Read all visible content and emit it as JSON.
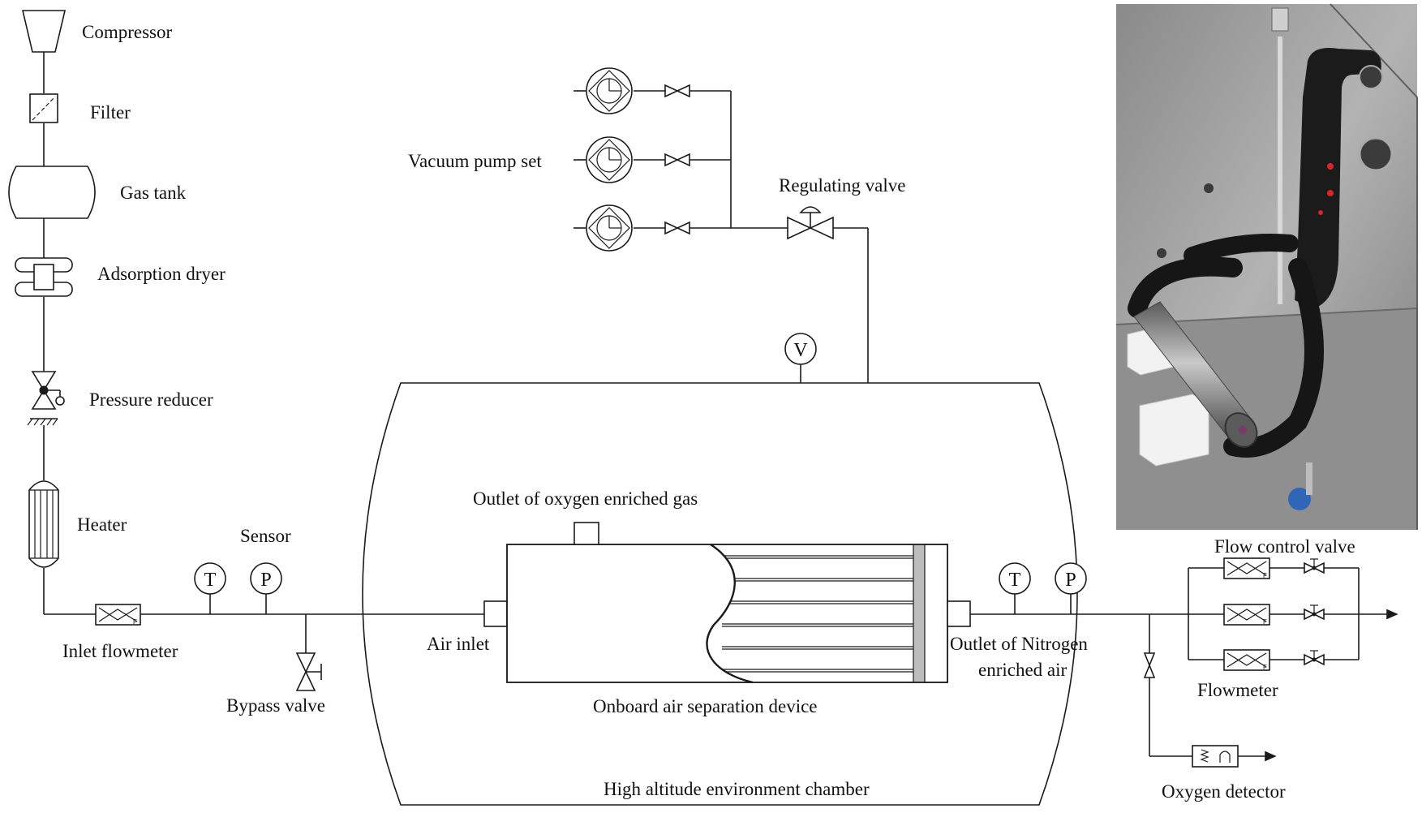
{
  "labels": {
    "compressor": "Compressor",
    "filter": "Filter",
    "gas_tank": "Gas tank",
    "adsorption_dryer": "Adsorption dryer",
    "pressure_reducer": "Pressure reducer",
    "heater": "Heater",
    "sensor": "Sensor",
    "inlet_flowmeter": "Inlet flowmeter",
    "bypass_valve": "Bypass valve",
    "air_inlet": "Air inlet",
    "outlet_oxygen": "Outlet of oxygen enriched gas",
    "onboard_device": "Onboard air separation device",
    "outlet_nitrogen_1": "Outlet of Nitrogen",
    "outlet_nitrogen_2": "enriched air",
    "high_altitude_chamber": "High altitude environment chamber",
    "vacuum_pump_set": "Vacuum pump set",
    "regulating_valve": "Regulating valve",
    "flow_control_valve": "Flow control valve",
    "flowmeter": "Flowmeter",
    "oxygen_detector": "Oxygen detector"
  },
  "sensor_symbols": {
    "temperature": "T",
    "pressure": "P",
    "vacuum_gauge": "V"
  },
  "photo": {
    "description": "photograph of the onboard air separation device inside the chamber"
  }
}
